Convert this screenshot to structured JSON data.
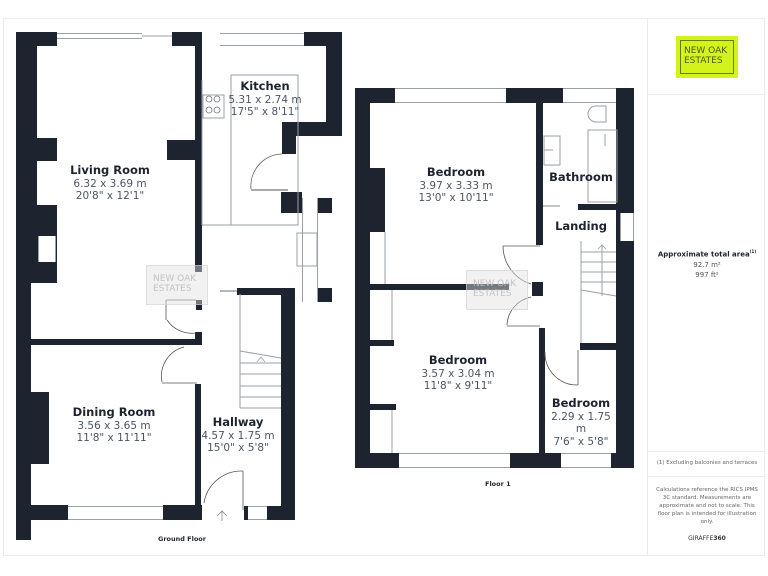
{
  "panel": {
    "logo": {
      "line1": "NEW OAK",
      "line2": "ESTATES",
      "bg_color": "#d4f21c"
    },
    "area": {
      "title": "Approximate total area",
      "title_sup": "(1)",
      "metric": "92.7 m²",
      "imperial": "997 ft²"
    },
    "footnote": "(1) Excluding balconies and terraces",
    "disclaimer": "Calculations reference the RICS IPMS 3C standard. Measurements are approximate and not to scale. This floor plan is intended for illustration only.",
    "brand": {
      "prefix": "GIRAFFE",
      "suffix": "360"
    }
  },
  "watermark": {
    "line1": "NEW OAK",
    "line2": "ESTATES"
  },
  "ground_floor": {
    "label": "Ground Floor",
    "rooms": [
      {
        "name": "Kitchen",
        "metric": "5.31 x 2.74 m",
        "imperial": "17'5\" x 8'11\""
      },
      {
        "name": "Living Room",
        "metric": "6.32 x 3.69 m",
        "imperial": "20'8\" x 12'1\""
      },
      {
        "name": "Dining Room",
        "metric": "3.56 x 3.65 m",
        "imperial": "11'8\" x 11'11\""
      },
      {
        "name": "Hallway",
        "metric": "4.57 x 1.75 m",
        "imperial": "15'0\" x 5'8\""
      }
    ]
  },
  "first_floor": {
    "label": "Floor 1",
    "rooms": [
      {
        "name": "Bedroom",
        "metric": "3.97 x 3.33 m",
        "imperial": "13'0\" x 10'11\""
      },
      {
        "name": "Bathroom",
        "metric": "",
        "imperial": ""
      },
      {
        "name": "Landing",
        "metric": "",
        "imperial": ""
      },
      {
        "name": "Bedroom",
        "metric": "3.57 x 3.04 m",
        "imperial": "11'8\" x 9'11\""
      },
      {
        "name": "Bedroom",
        "metric": "2.29 x 1.75 m",
        "imperial": "7'6\" x 5'8\""
      }
    ]
  },
  "colors": {
    "wall": "#1d2430",
    "text": "#1d2430",
    "dim_text": "#4b5563",
    "accent": "#d4f21c"
  }
}
